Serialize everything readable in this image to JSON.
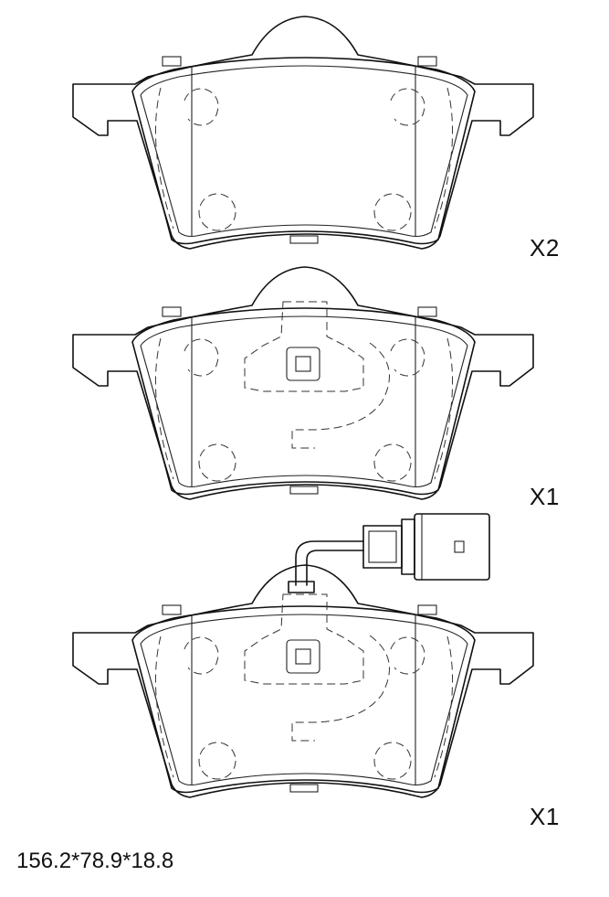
{
  "labels": {
    "pad1_qty": "X2",
    "pad2_qty": "X1",
    "pad3_qty": "X1",
    "dimensions": "156.2*78.9*18.8"
  }
}
